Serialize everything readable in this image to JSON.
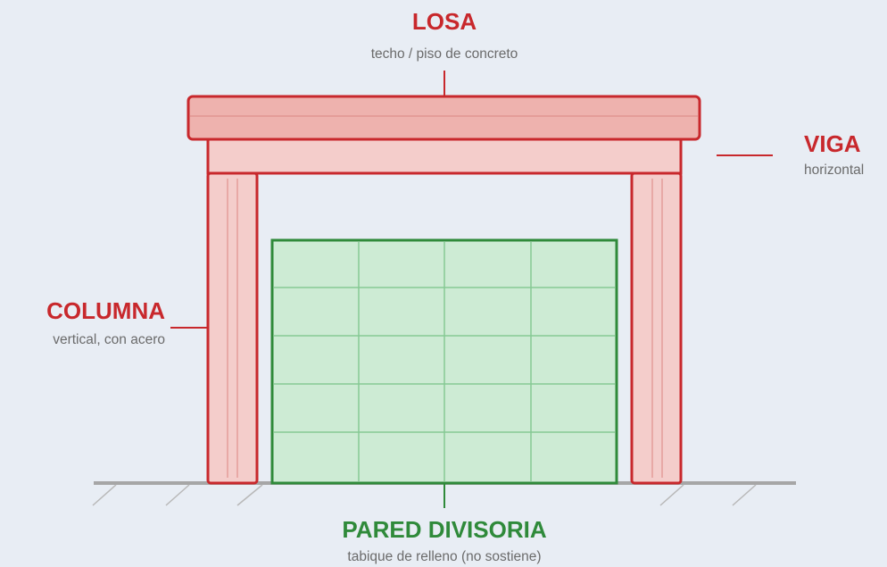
{
  "colors": {
    "background": "#e8edf4",
    "structure_stroke": "#c8282c",
    "structure_fill": "#f4cdcb",
    "slab_fill": "#eeb2ae",
    "wall_stroke": "#2f8a3a",
    "wall_fill": "#cdebd4",
    "wall_joints": "#86c994",
    "ground": "#a6a6a6",
    "subtitle_text": "#6b6b6b"
  },
  "labels": {
    "losa": {
      "title": "LOSA",
      "subtitle": "techo / piso de concreto"
    },
    "viga": {
      "title": "VIGA",
      "subtitle": "horizontal"
    },
    "columna": {
      "title": "COLUMNA",
      "subtitle": "vertical, con acero"
    },
    "pared": {
      "title": "PARED DIVISORIA",
      "subtitle": "tabique de relleno (no sostiene)"
    }
  }
}
